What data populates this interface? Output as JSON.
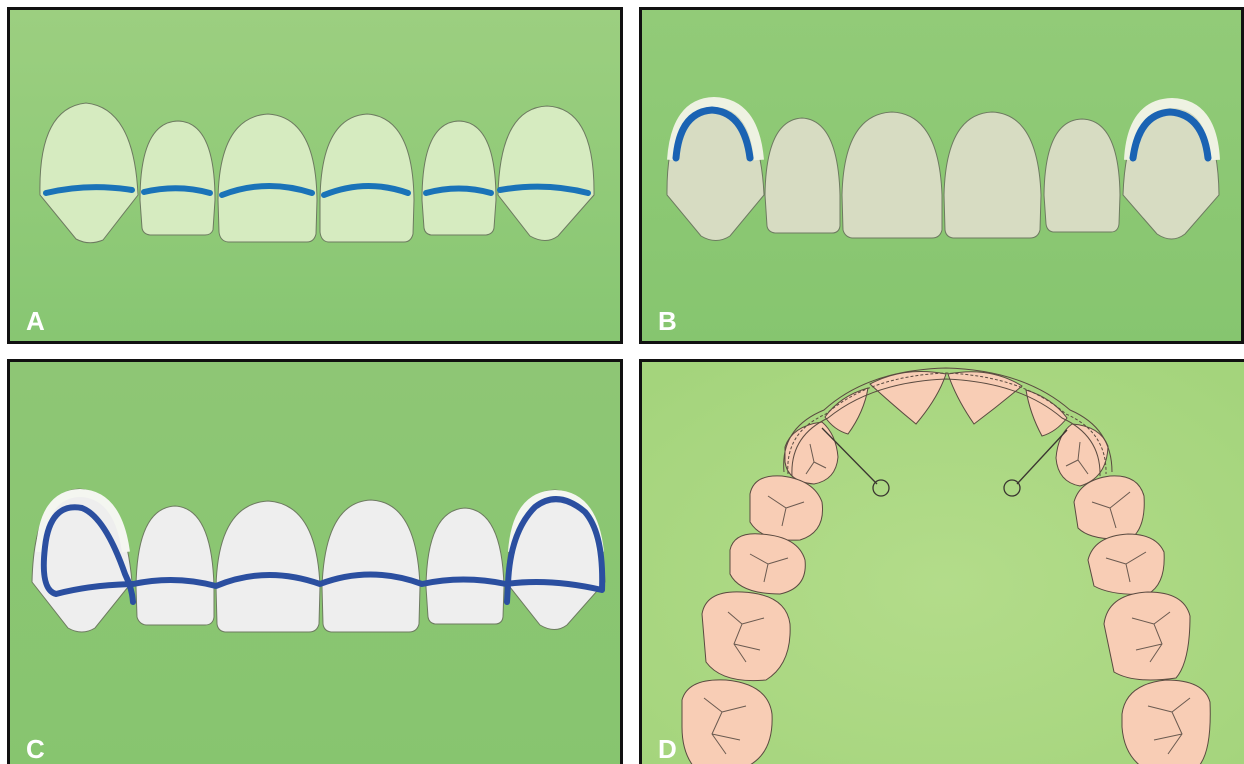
{
  "panels": [
    {
      "id": "A",
      "label": "A"
    },
    {
      "id": "B",
      "label": "B"
    },
    {
      "id": "C",
      "label": "C"
    },
    {
      "id": "D",
      "label": "D"
    }
  ],
  "colors": {
    "background_green": "#8fc97a",
    "background_green_light": "#a6d98a",
    "panel_border": "#111111",
    "tooth_light_green": "#d6ebc0",
    "tooth_grey": "#d7dcc2",
    "tooth_white": "#eeeeee",
    "tooth_pink": "#f8cdb5",
    "line_light_blue": "#1a73b8",
    "line_dark_blue": "#2b4fa0",
    "label_white": "#ffffff"
  }
}
